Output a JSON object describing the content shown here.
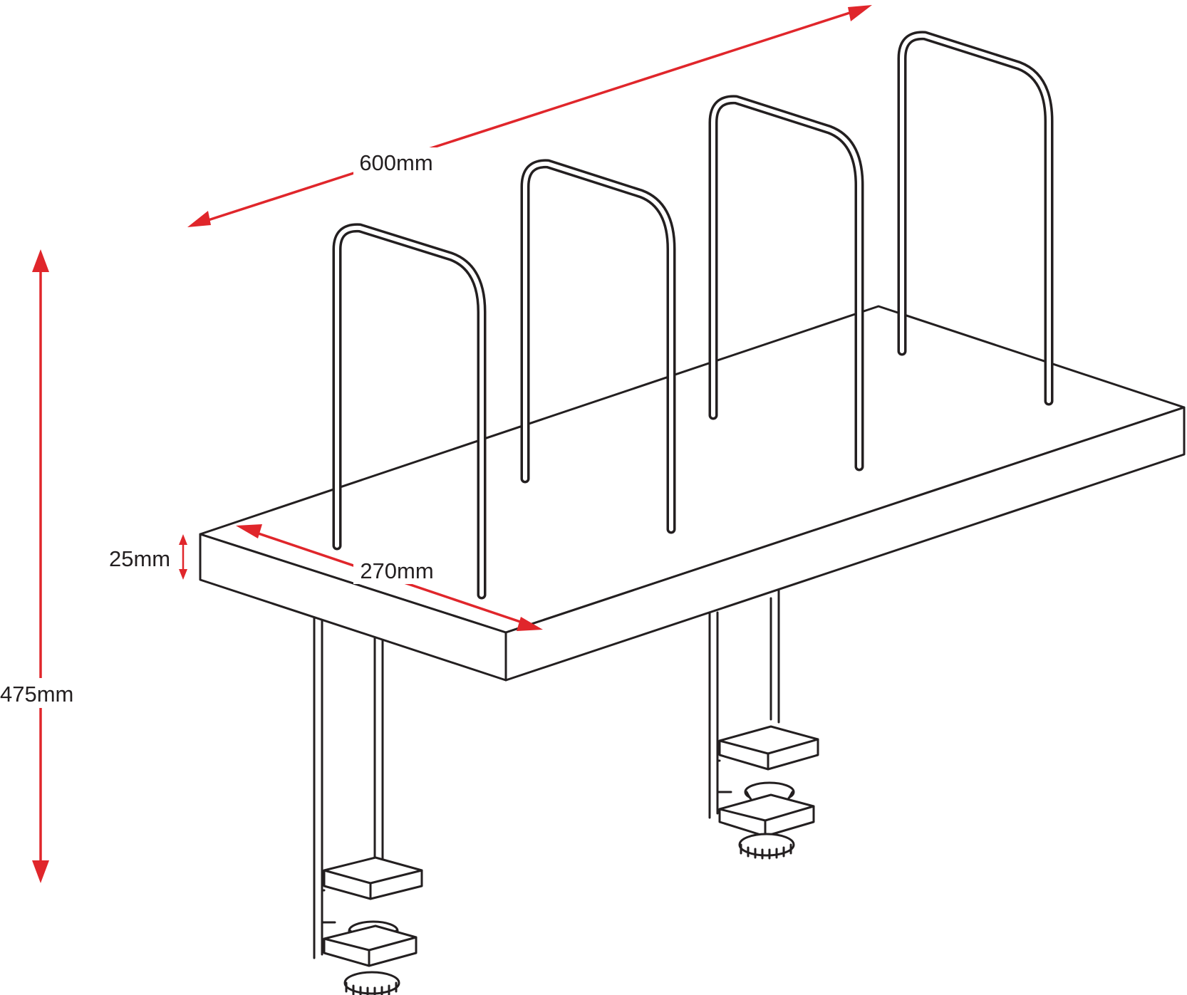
{
  "dimensions": {
    "length": "600mm",
    "depth": "270mm",
    "thickness": "25mm",
    "height": "475mm"
  },
  "colors": {
    "dimension": "#e0262b",
    "outline": "#231f20"
  }
}
